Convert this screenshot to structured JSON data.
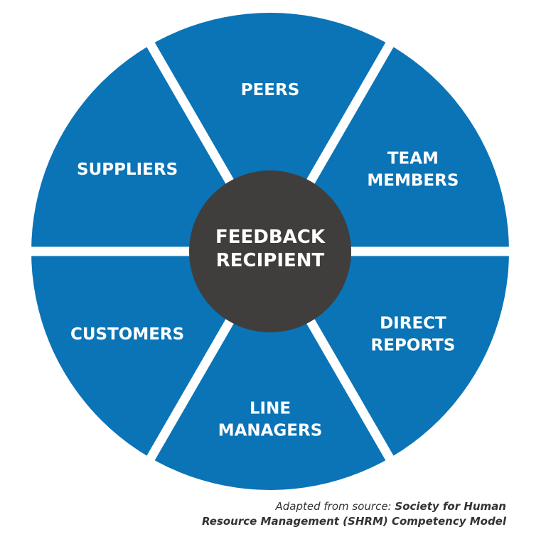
{
  "colors": {
    "segment": "#0a74b6",
    "center": "#3f3e3d",
    "gap": "#ffffff",
    "label": "#ffffff",
    "caption": "#333333"
  },
  "center": {
    "line1": "FEEDBACK",
    "line2": "RECIPIENT"
  },
  "segments": [
    {
      "name": "peers",
      "lines": [
        "PEERS"
      ]
    },
    {
      "name": "team-members",
      "lines": [
        "TEAM",
        "MEMBERS"
      ]
    },
    {
      "name": "direct-reports",
      "lines": [
        "DIRECT",
        "REPORTS"
      ]
    },
    {
      "name": "line-managers",
      "lines": [
        "LINE",
        "MANAGERS"
      ]
    },
    {
      "name": "customers",
      "lines": [
        "CUSTOMERS"
      ]
    },
    {
      "name": "suppliers",
      "lines": [
        "SUPPLIERS"
      ]
    }
  ],
  "caption": {
    "prefix": "Adapted from source:",
    "source_line1": "Society for Human",
    "source_line2": "Resource Management (SHRM) Competency Model"
  }
}
